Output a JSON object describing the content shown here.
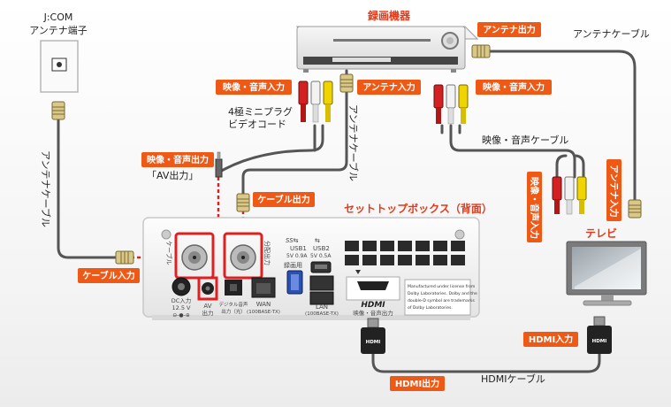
{
  "labels": {
    "jcom_l1": "J:COM",
    "jcom_l2": "アンテナ端子",
    "recorder": "録画機器",
    "antenna_out_top": "アンテナ出力",
    "antenna_cable_top": "アンテナケーブル",
    "av_in_left": "映像・音声入力",
    "antenna_in": "アンテナ入力",
    "av_in_right": "映像・音声入力",
    "mini_plug_l1": "4極ミニプラグ",
    "mini_plug_l2": "ビデオコード",
    "antenna_cable_mid": "アンテナケーブル",
    "av_out": "映像・音声出力",
    "av_out_sub": "「AV出力」",
    "antenna_cable_left": "アンテナケーブル",
    "cable_out": "ケーブル出力",
    "stb": "セットトップボックス（背面）",
    "av_cable": "映像・音声ケーブル",
    "tv_av_in": "映像・音声入力",
    "tv_antenna_in": "アンテナ入力",
    "tv": "テレビ",
    "cable_in": "ケーブル入力",
    "hdmi_in": "HDMI入力",
    "hdmi_out": "HDMI出力",
    "hdmi_cable": "HDMIケーブル",
    "hdmi_plug": "HDMI"
  },
  "stb_panel": {
    "cable_port": "ケーブル",
    "split_port": "分配出力",
    "usb1_l1": "USB1",
    "usb1_l2": "5V 0.9A",
    "usb2_l1": "USB2",
    "usb2_l2": "5V 0.5A",
    "rec_only": "録画用",
    "dc_l1": "DC入力",
    "dc_l2": "12.5 V",
    "av_jack": "AV",
    "av_jack_sub": "出力",
    "optical_l1": "デジタル音声",
    "optical_l2": "出力（光）",
    "wan_l1": "WAN",
    "wan_l2": "(100BASE-TX)",
    "lan_l1": "LAN",
    "lan_l2": "(100BASE-TX)",
    "hdmi_logo": "HDMI",
    "hdmi_sub": "映像・音声出力",
    "dolby_l1": "Manufactured under license from",
    "dolby_l2": "Dolby Laboratories. Dolby and the",
    "dolby_l3": "double-D symbol are trademarks",
    "dolby_l4": "of Dolby Laboratories."
  },
  "colors": {
    "label_bg": "#ee5a16",
    "highlight": "#e02020",
    "cable": "#555555",
    "rca_red": "#d42020",
    "rca_white": "#f2f2f2",
    "rca_yellow": "#f0d400"
  }
}
